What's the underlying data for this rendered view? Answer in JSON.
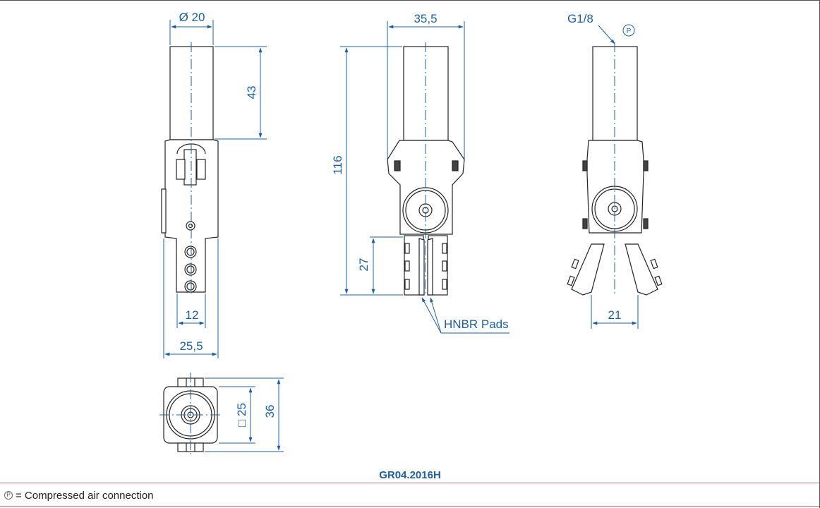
{
  "dimensions": {
    "diameter": "Ø 20",
    "length_43": "43",
    "width_12": "12",
    "width_25_5": "25,5",
    "width_35_5": "35,5",
    "height_116": "116",
    "height_27": "27",
    "thread": "G1/8",
    "air_symbol": "P",
    "spread_21": "21",
    "square_25": "□ 25",
    "height_36": "36"
  },
  "labels": {
    "pads": "HNBR Pads"
  },
  "title": "GR04.2016H",
  "legend": {
    "symbol": "P",
    "text": "= Compressed air connection"
  },
  "colors": {
    "dimension": "#1f5f9e",
    "outline": "#222222",
    "footer_rule": "#d26f7a"
  }
}
